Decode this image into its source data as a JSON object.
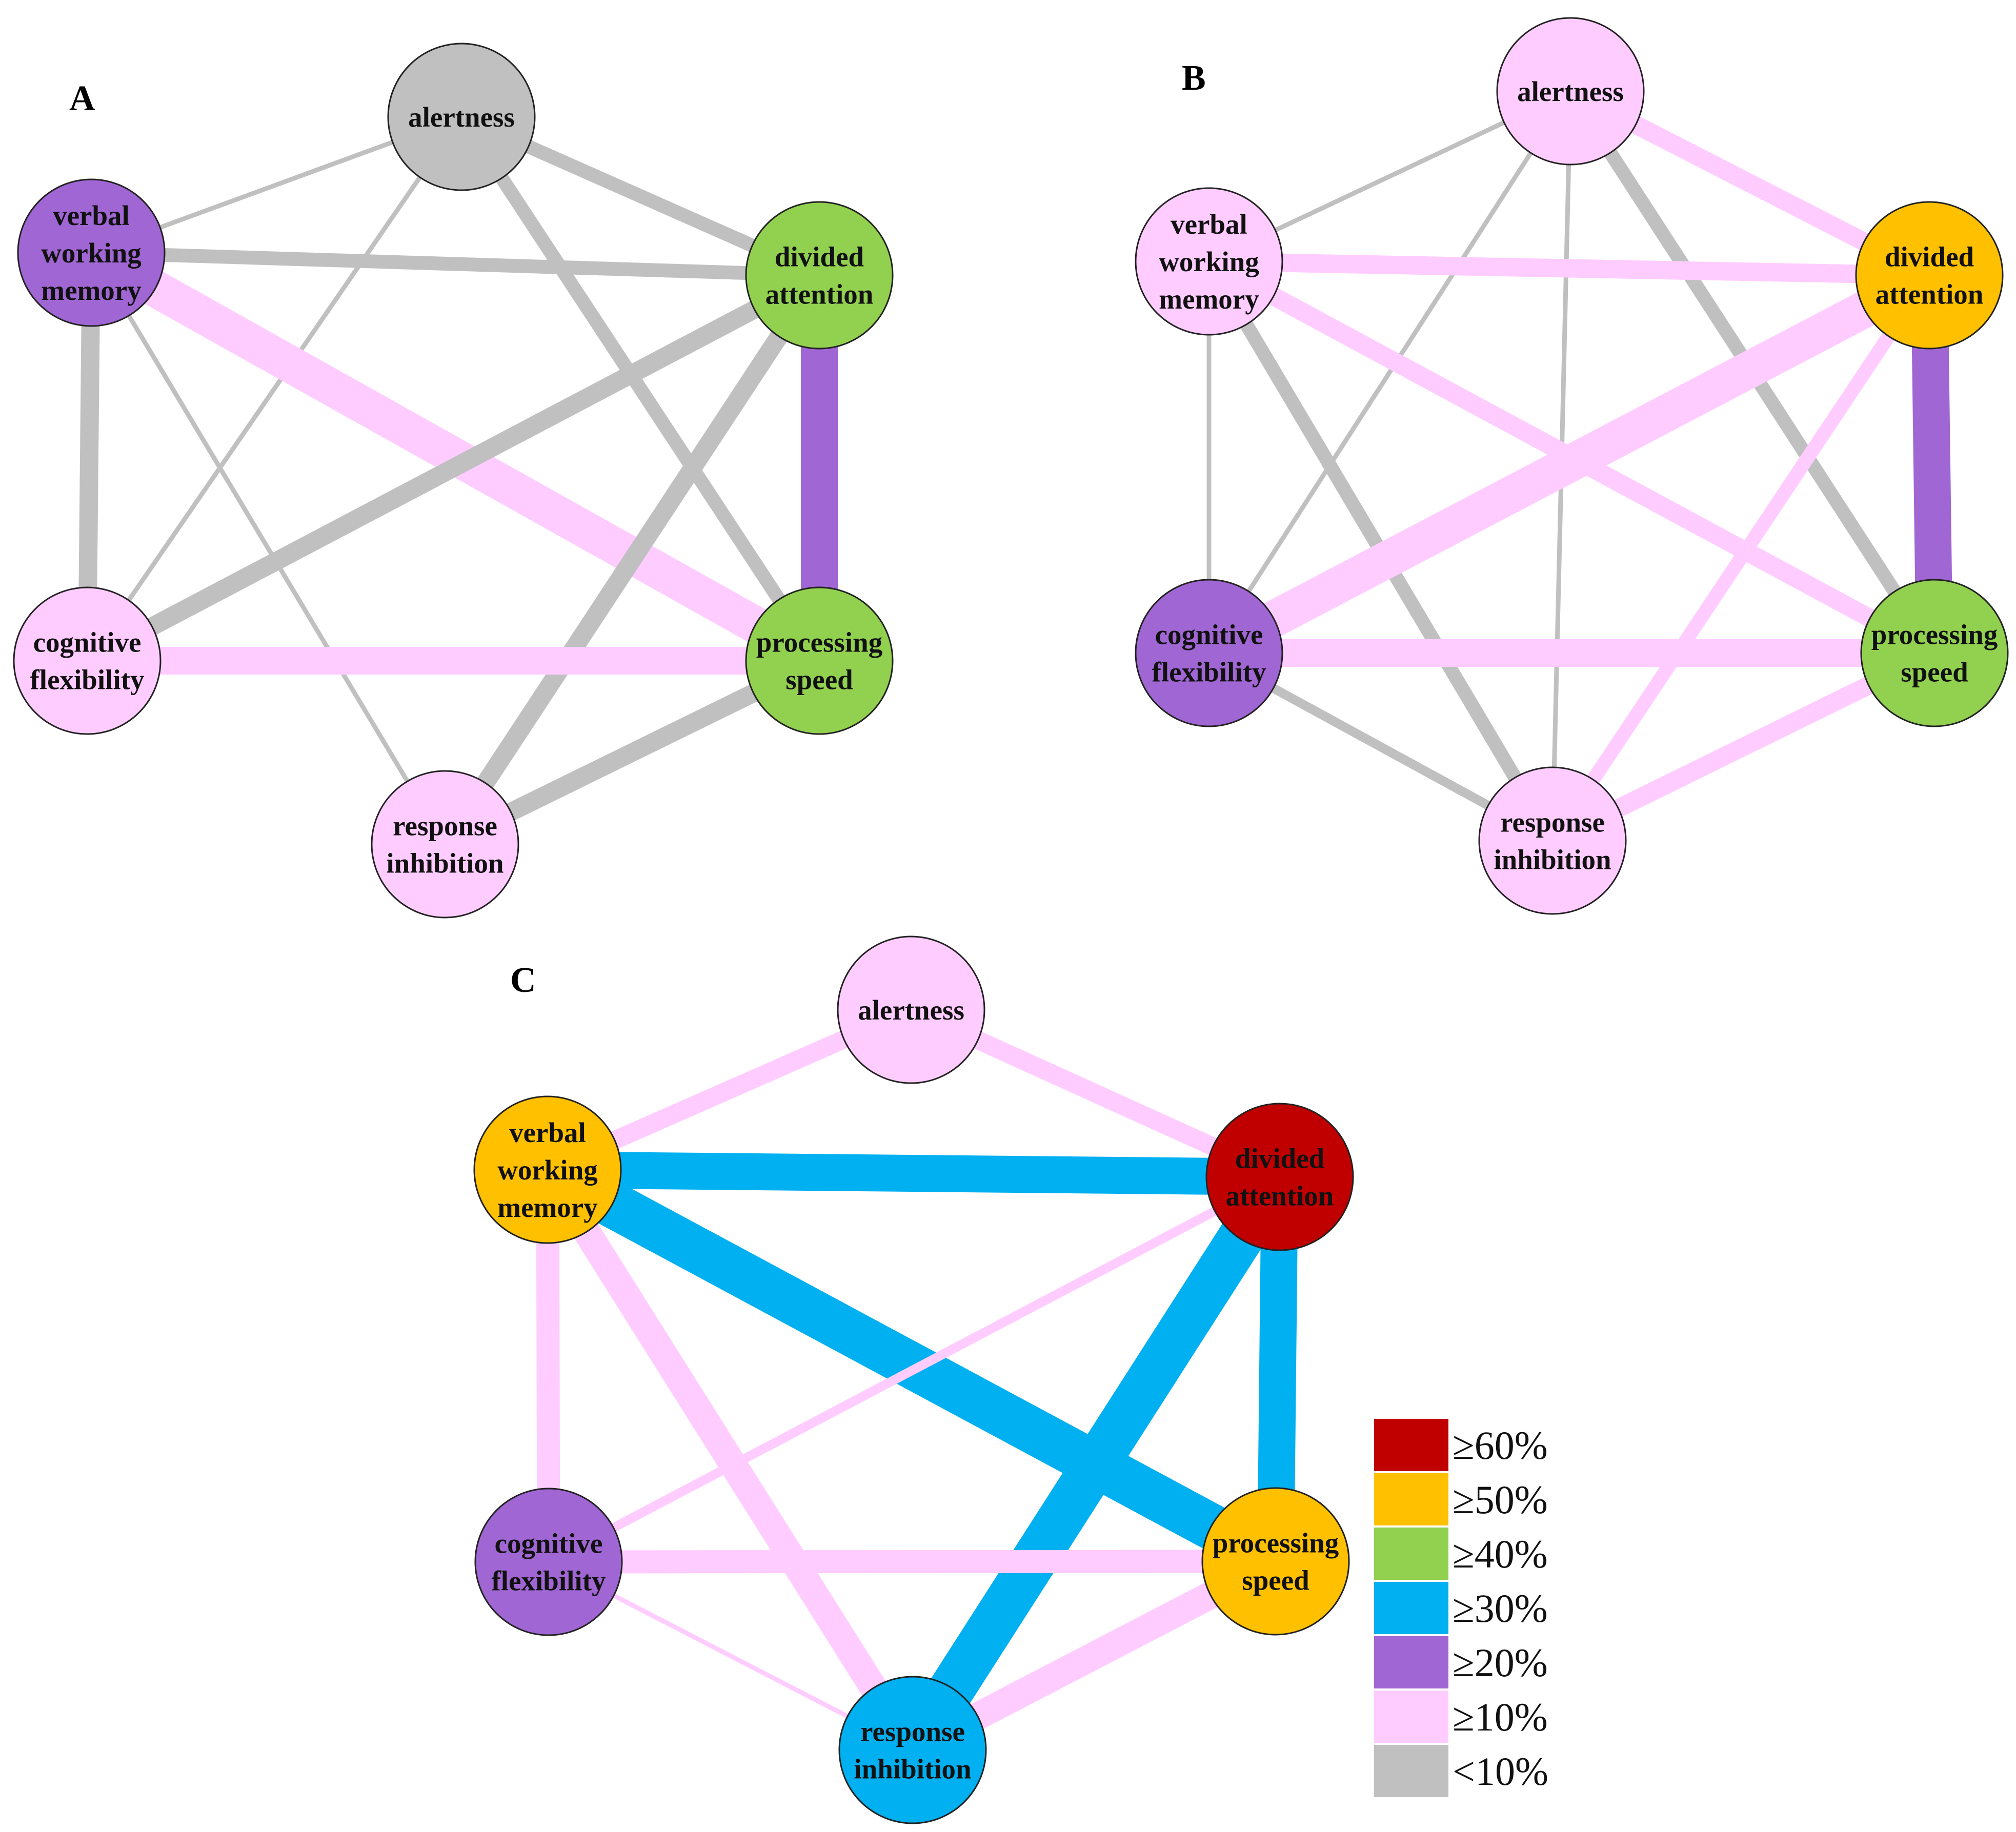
{
  "legend": [
    {
      "key": "ge60",
      "label": "≥60%",
      "color": "#C00000"
    },
    {
      "key": "ge50",
      "label": "≥50%",
      "color": "#FFC000"
    },
    {
      "key": "ge40",
      "label": "≥40%",
      "color": "#92D050"
    },
    {
      "key": "ge30",
      "label": "≥30%",
      "color": "#00B0F0"
    },
    {
      "key": "ge20",
      "label": "≥20%",
      "color": "#A066D3"
    },
    {
      "key": "ge10",
      "label": "≥10%",
      "color": "#FFCCFF"
    },
    {
      "key": "lt10",
      "label": "<10%",
      "color": "#C0C0C0"
    }
  ],
  "node_labels": {
    "alertness": [
      "alertness"
    ],
    "verbal": [
      "verbal",
      "working",
      "memory"
    ],
    "divided": [
      "divided",
      "attention"
    ],
    "cognitive": [
      "cognitive",
      "flexibility"
    ],
    "processing": [
      "processing",
      "speed"
    ],
    "response": [
      "response",
      "inhibition"
    ]
  },
  "panels": [
    {
      "id": "A",
      "letter": "A",
      "nodes": {
        "alertness": "lt10",
        "verbal": "ge20",
        "divided": "ge40",
        "cognitive": "ge10",
        "processing": "ge40",
        "response": "ge10"
      },
      "edges": [
        {
          "from": "alertness",
          "to": "verbal",
          "class": "lt10",
          "weight": 1
        },
        {
          "from": "alertness",
          "to": "divided",
          "class": "lt10",
          "weight": 3
        },
        {
          "from": "alertness",
          "to": "cognitive",
          "class": "lt10",
          "weight": 1
        },
        {
          "from": "alertness",
          "to": "processing",
          "class": "lt10",
          "weight": 3
        },
        {
          "from": "verbal",
          "to": "divided",
          "class": "lt10",
          "weight": 3
        },
        {
          "from": "verbal",
          "to": "cognitive",
          "class": "lt10",
          "weight": 4
        },
        {
          "from": "verbal",
          "to": "processing",
          "class": "ge10",
          "weight": 8
        },
        {
          "from": "verbal",
          "to": "response",
          "class": "lt10",
          "weight": 1
        },
        {
          "from": "divided",
          "to": "cognitive",
          "class": "lt10",
          "weight": 4
        },
        {
          "from": "divided",
          "to": "processing",
          "class": "ge20",
          "weight": 8
        },
        {
          "from": "divided",
          "to": "response",
          "class": "lt10",
          "weight": 4
        },
        {
          "from": "cognitive",
          "to": "processing",
          "class": "ge10",
          "weight": 6
        },
        {
          "from": "processing",
          "to": "response",
          "class": "lt10",
          "weight": 4
        }
      ]
    },
    {
      "id": "B",
      "letter": "B",
      "nodes": {
        "alertness": "ge10",
        "verbal": "ge10",
        "divided": "ge50",
        "cognitive": "ge20",
        "processing": "ge40",
        "response": "ge10"
      },
      "edges": [
        {
          "from": "alertness",
          "to": "verbal",
          "class": "lt10",
          "weight": 1
        },
        {
          "from": "alertness",
          "to": "divided",
          "class": "ge10",
          "weight": 4
        },
        {
          "from": "alertness",
          "to": "cognitive",
          "class": "lt10",
          "weight": 1
        },
        {
          "from": "alertness",
          "to": "processing",
          "class": "lt10",
          "weight": 3
        },
        {
          "from": "alertness",
          "to": "response",
          "class": "lt10",
          "weight": 1
        },
        {
          "from": "verbal",
          "to": "divided",
          "class": "ge10",
          "weight": 4
        },
        {
          "from": "verbal",
          "to": "cognitive",
          "class": "lt10",
          "weight": 1
        },
        {
          "from": "verbal",
          "to": "processing",
          "class": "ge10",
          "weight": 4
        },
        {
          "from": "verbal",
          "to": "response",
          "class": "lt10",
          "weight": 3
        },
        {
          "from": "divided",
          "to": "cognitive",
          "class": "ge10",
          "weight": 8
        },
        {
          "from": "divided",
          "to": "processing",
          "class": "ge20",
          "weight": 8
        },
        {
          "from": "divided",
          "to": "response",
          "class": "ge10",
          "weight": 3
        },
        {
          "from": "cognitive",
          "to": "processing",
          "class": "ge10",
          "weight": 6
        },
        {
          "from": "cognitive",
          "to": "response",
          "class": "lt10",
          "weight": 2
        },
        {
          "from": "processing",
          "to": "response",
          "class": "ge10",
          "weight": 4
        }
      ]
    },
    {
      "id": "C",
      "letter": "C",
      "nodes": {
        "alertness": "ge10",
        "verbal": "ge50",
        "divided": "ge60",
        "cognitive": "ge20",
        "processing": "ge50",
        "response": "ge30"
      },
      "edges": [
        {
          "from": "alertness",
          "to": "verbal",
          "class": "ge10",
          "weight": 4
        },
        {
          "from": "alertness",
          "to": "divided",
          "class": "ge10",
          "weight": 4
        },
        {
          "from": "verbal",
          "to": "divided",
          "class": "ge30",
          "weight": 8
        },
        {
          "from": "verbal",
          "to": "cognitive",
          "class": "ge10",
          "weight": 5
        },
        {
          "from": "verbal",
          "to": "processing",
          "class": "ge30",
          "weight": 10
        },
        {
          "from": "verbal",
          "to": "response",
          "class": "ge10",
          "weight": 6
        },
        {
          "from": "divided",
          "to": "cognitive",
          "class": "ge10",
          "weight": 2
        },
        {
          "from": "divided",
          "to": "processing",
          "class": "ge30",
          "weight": 8
        },
        {
          "from": "divided",
          "to": "response",
          "class": "ge30",
          "weight": 10
        },
        {
          "from": "cognitive",
          "to": "processing",
          "class": "ge10",
          "weight": 5
        },
        {
          "from": "cognitive",
          "to": "response",
          "class": "ge10",
          "weight": 1
        },
        {
          "from": "processing",
          "to": "response",
          "class": "ge10",
          "weight": 6
        }
      ]
    }
  ]
}
